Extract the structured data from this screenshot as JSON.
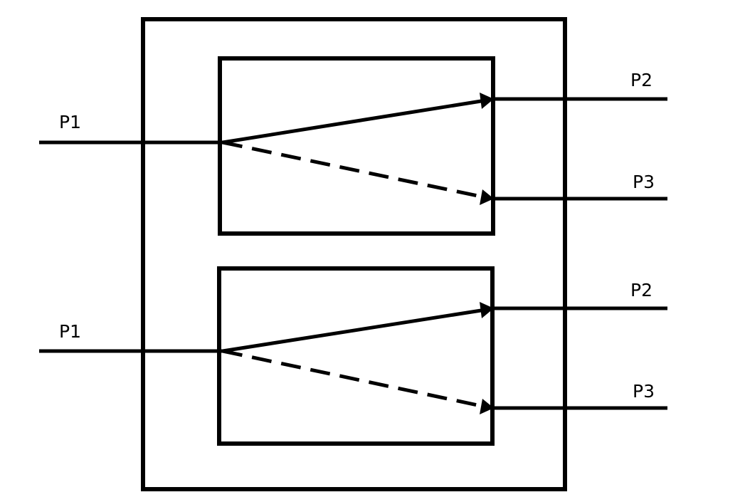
{
  "colors": {
    "background": "#ffffff",
    "ink": "#000000"
  },
  "modules": [
    {
      "input_label": "P1",
      "output_primary_label": "P2",
      "output_secondary_label": "P3"
    },
    {
      "input_label": "P1",
      "output_primary_label": "P2",
      "output_secondary_label": "P3"
    }
  ]
}
